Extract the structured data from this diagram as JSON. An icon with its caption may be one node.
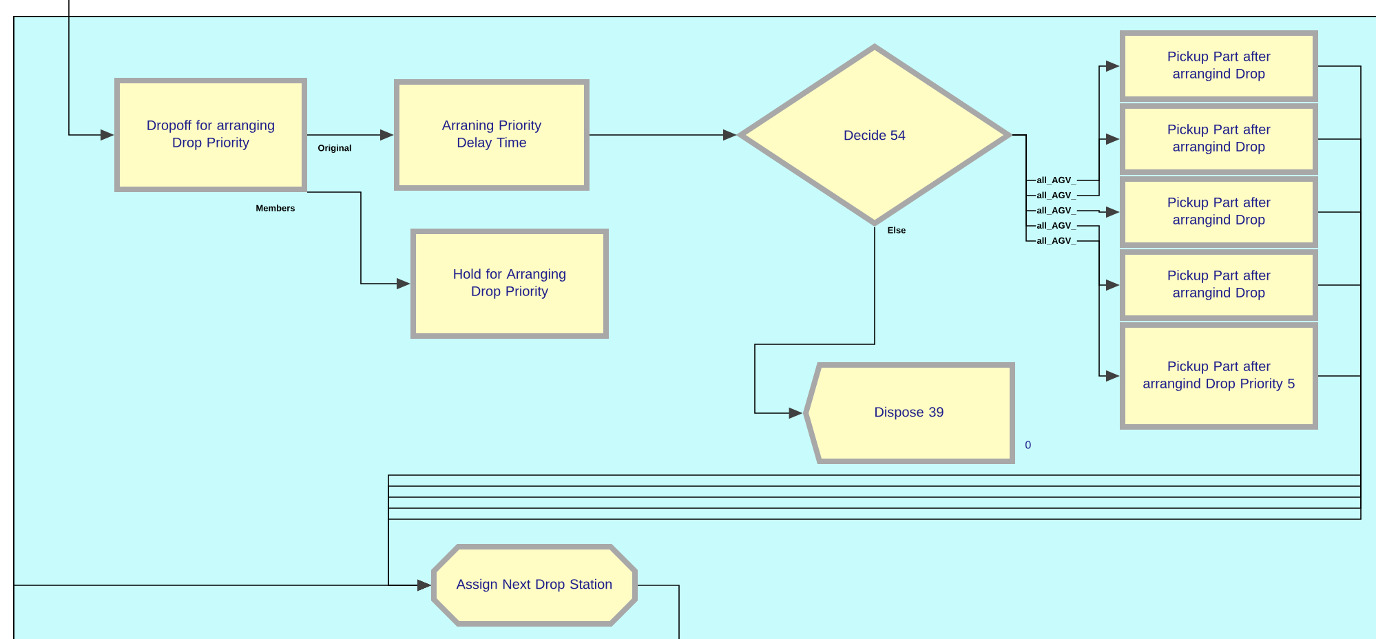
{
  "diagram": {
    "nodes": [
      {
        "text": [
          "Dropoff for arranging Drop Priority"
        ]
      },
      {
        "text": [
          "Arraning Priority Delay Time"
        ]
      },
      {
        "text": [
          "Hold for Arranging Drop Priority"
        ]
      },
      {
        "text": [
          "Decide 54"
        ]
      },
      {
        "text": [
          "Pickup Part after arrangind Drop"
        ]
      },
      {
        "text": [
          "Pickup Part after arrangind Drop"
        ]
      },
      {
        "text": [
          "Pickup Part after arrangind Drop"
        ]
      },
      {
        "text": [
          "Pickup Part after arrangind Drop"
        ]
      },
      {
        "text": [
          "Pickup Part after arrangind Drop Priority 5"
        ]
      },
      {
        "text": [
          "Dispose 39"
        ],
        "beside": [
          "0"
        ]
      },
      {
        "text": [
          "Assign Next Drop Station"
        ]
      }
    ],
    "edges": [
      {
        "from": null,
        "to": 0,
        "arrow": "to"
      },
      {
        "from": 0,
        "to": 1,
        "arrow": "to",
        "label": "Original"
      },
      {
        "from": 0,
        "to": 2,
        "arrow": "to",
        "label": "Members"
      },
      {
        "from": 1,
        "to": 3,
        "arrow": "to"
      },
      {
        "from": 3,
        "to": 4,
        "arrow": "to",
        "label": "all_AGV_"
      },
      {
        "from": 3,
        "to": 5,
        "arrow": "to",
        "label": "all_AGV_"
      },
      {
        "from": 3,
        "to": 6,
        "arrow": "to",
        "label": "all_AGV_"
      },
      {
        "from": 3,
        "to": 7,
        "arrow": "to",
        "label": "all_AGV_"
      },
      {
        "from": 3,
        "to": 8,
        "arrow": "to",
        "label": "all_AGV_"
      },
      {
        "from": 3,
        "to": 9,
        "arrow": "to",
        "label": "Else"
      },
      {
        "from": 4,
        "to": 10,
        "arrow": "to"
      },
      {
        "from": 5,
        "to": 10,
        "arrow": "to"
      },
      {
        "from": 6,
        "to": 10,
        "arrow": "to"
      },
      {
        "from": 7,
        "to": 10,
        "arrow": "to"
      },
      {
        "from": 8,
        "to": 10,
        "arrow": "to"
      },
      {
        "from": null,
        "to": 10,
        "arrow": "to"
      },
      {
        "from": 10,
        "to": null,
        "arrow": "none"
      }
    ]
  }
}
